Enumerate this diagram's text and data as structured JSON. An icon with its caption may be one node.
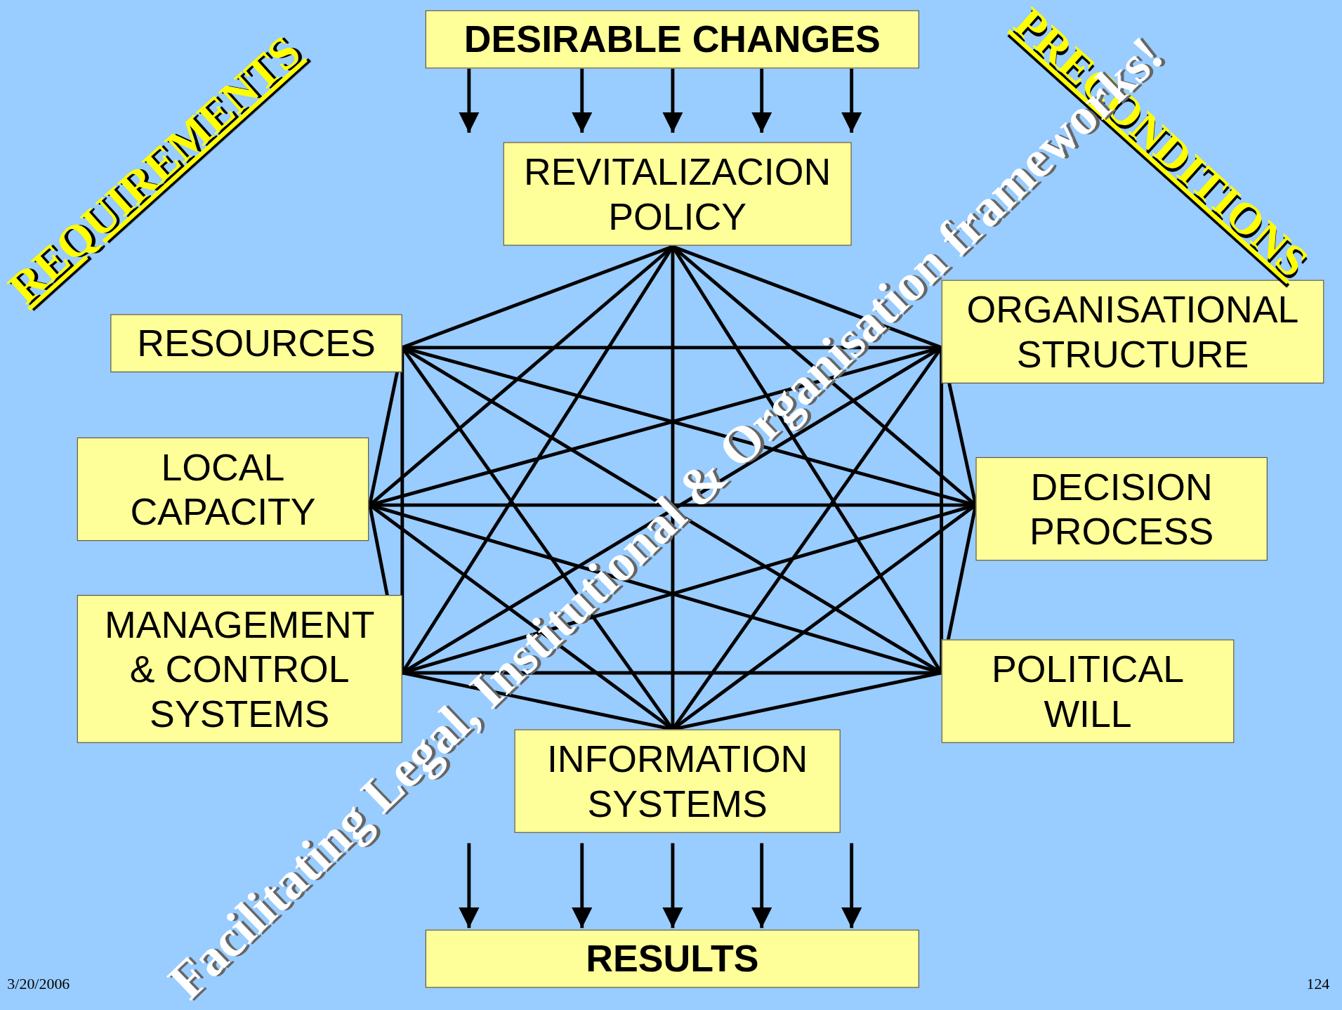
{
  "diagram": {
    "nodes": [
      {
        "text": [
          "DESIRABLE CHANGES"
        ]
      },
      {
        "text": [
          "REVITALIZACION POLICY"
        ]
      },
      {
        "text": [
          "RESOURCES"
        ]
      },
      {
        "text": [
          "ORGANISATIONAL STRUCTURE"
        ]
      },
      {
        "text": [
          "LOCAL CAPACITY"
        ]
      },
      {
        "text": [
          "DECISION PROCESS"
        ]
      },
      {
        "text": [
          "MANAGEMENT & CONTROL SYSTEMS"
        ]
      },
      {
        "text": [
          "POLITICAL WILL"
        ]
      },
      {
        "text": [
          "INFORMATION SYSTEMS"
        ]
      },
      {
        "text": [
          "RESULTS"
        ]
      }
    ],
    "edges": [
      {
        "from": 0,
        "to": 1,
        "arrow": "to"
      },
      {
        "from": 0,
        "to": 1,
        "arrow": "to"
      },
      {
        "from": 0,
        "to": 1,
        "arrow": "to"
      },
      {
        "from": 0,
        "to": 1,
        "arrow": "to"
      },
      {
        "from": 0,
        "to": 1,
        "arrow": "to"
      },
      {
        "from": 1,
        "to": 2,
        "arrow": "none"
      },
      {
        "from": 1,
        "to": 3,
        "arrow": "none"
      },
      {
        "from": 1,
        "to": 4,
        "arrow": "none"
      },
      {
        "from": 1,
        "to": 5,
        "arrow": "none"
      },
      {
        "from": 1,
        "to": 6,
        "arrow": "none"
      },
      {
        "from": 1,
        "to": 7,
        "arrow": "none"
      },
      {
        "from": 1,
        "to": 8,
        "arrow": "none"
      },
      {
        "from": 2,
        "to": 3,
        "arrow": "none"
      },
      {
        "from": 2,
        "to": 4,
        "arrow": "none"
      },
      {
        "from": 2,
        "to": 5,
        "arrow": "none"
      },
      {
        "from": 2,
        "to": 6,
        "arrow": "none"
      },
      {
        "from": 2,
        "to": 7,
        "arrow": "none"
      },
      {
        "from": 2,
        "to": 8,
        "arrow": "none"
      },
      {
        "from": 3,
        "to": 4,
        "arrow": "none"
      },
      {
        "from": 3,
        "to": 5,
        "arrow": "none"
      },
      {
        "from": 3,
        "to": 6,
        "arrow": "none"
      },
      {
        "from": 3,
        "to": 7,
        "arrow": "none"
      },
      {
        "from": 3,
        "to": 8,
        "arrow": "none"
      },
      {
        "from": 4,
        "to": 5,
        "arrow": "none"
      },
      {
        "from": 4,
        "to": 6,
        "arrow": "none"
      },
      {
        "from": 4,
        "to": 7,
        "arrow": "none"
      },
      {
        "from": 4,
        "to": 8,
        "arrow": "none"
      },
      {
        "from": 5,
        "to": 6,
        "arrow": "none"
      },
      {
        "from": 5,
        "to": 7,
        "arrow": "none"
      },
      {
        "from": 5,
        "to": 8,
        "arrow": "none"
      },
      {
        "from": 6,
        "to": 7,
        "arrow": "none"
      },
      {
        "from": 6,
        "to": 8,
        "arrow": "none"
      },
      {
        "from": 7,
        "to": 8,
        "arrow": "none"
      },
      {
        "from": 8,
        "to": 9,
        "arrow": "to"
      },
      {
        "from": 8,
        "to": 9,
        "arrow": "to"
      },
      {
        "from": 8,
        "to": 9,
        "arrow": "to"
      },
      {
        "from": 8,
        "to": 9,
        "arrow": "to"
      },
      {
        "from": 8,
        "to": 9,
        "arrow": "to"
      }
    ],
    "labels": [
      "REQUIREMENTS",
      "PRECONDITIONS",
      "Facilitating Legal, Institutional & Organisation frameworks!",
      "3/20/2006",
      "124"
    ]
  }
}
